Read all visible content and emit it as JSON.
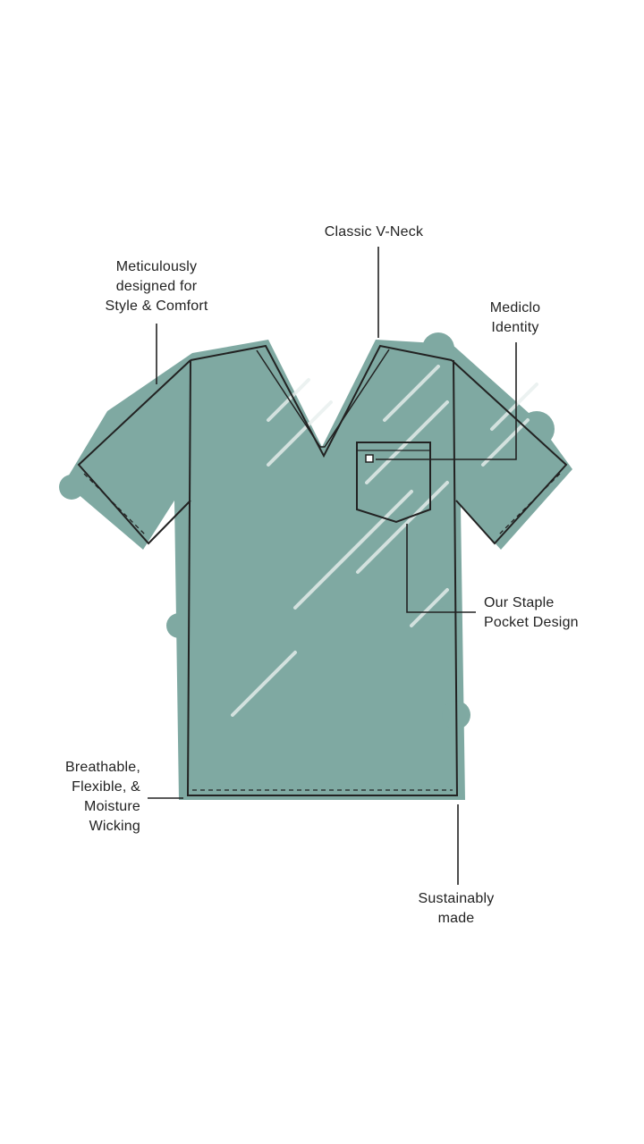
{
  "labels": {
    "vneck": "Classic V-Neck",
    "style_1": "Meticulously",
    "style_2": "designed for",
    "style_3": "Style & Comfort",
    "identity_1": "Mediclo",
    "identity_2": "Identity",
    "pocket_1": "Our Staple",
    "pocket_2": "Pocket Design",
    "fabric_1": "Breathable,",
    "fabric_2": "Flexible, &",
    "fabric_3": "Moisture",
    "fabric_4": "Wicking",
    "sustain_1": "Sustainably",
    "sustain_2": "made"
  },
  "colors": {
    "fill": "#7fa9a2",
    "line": "#222222"
  }
}
